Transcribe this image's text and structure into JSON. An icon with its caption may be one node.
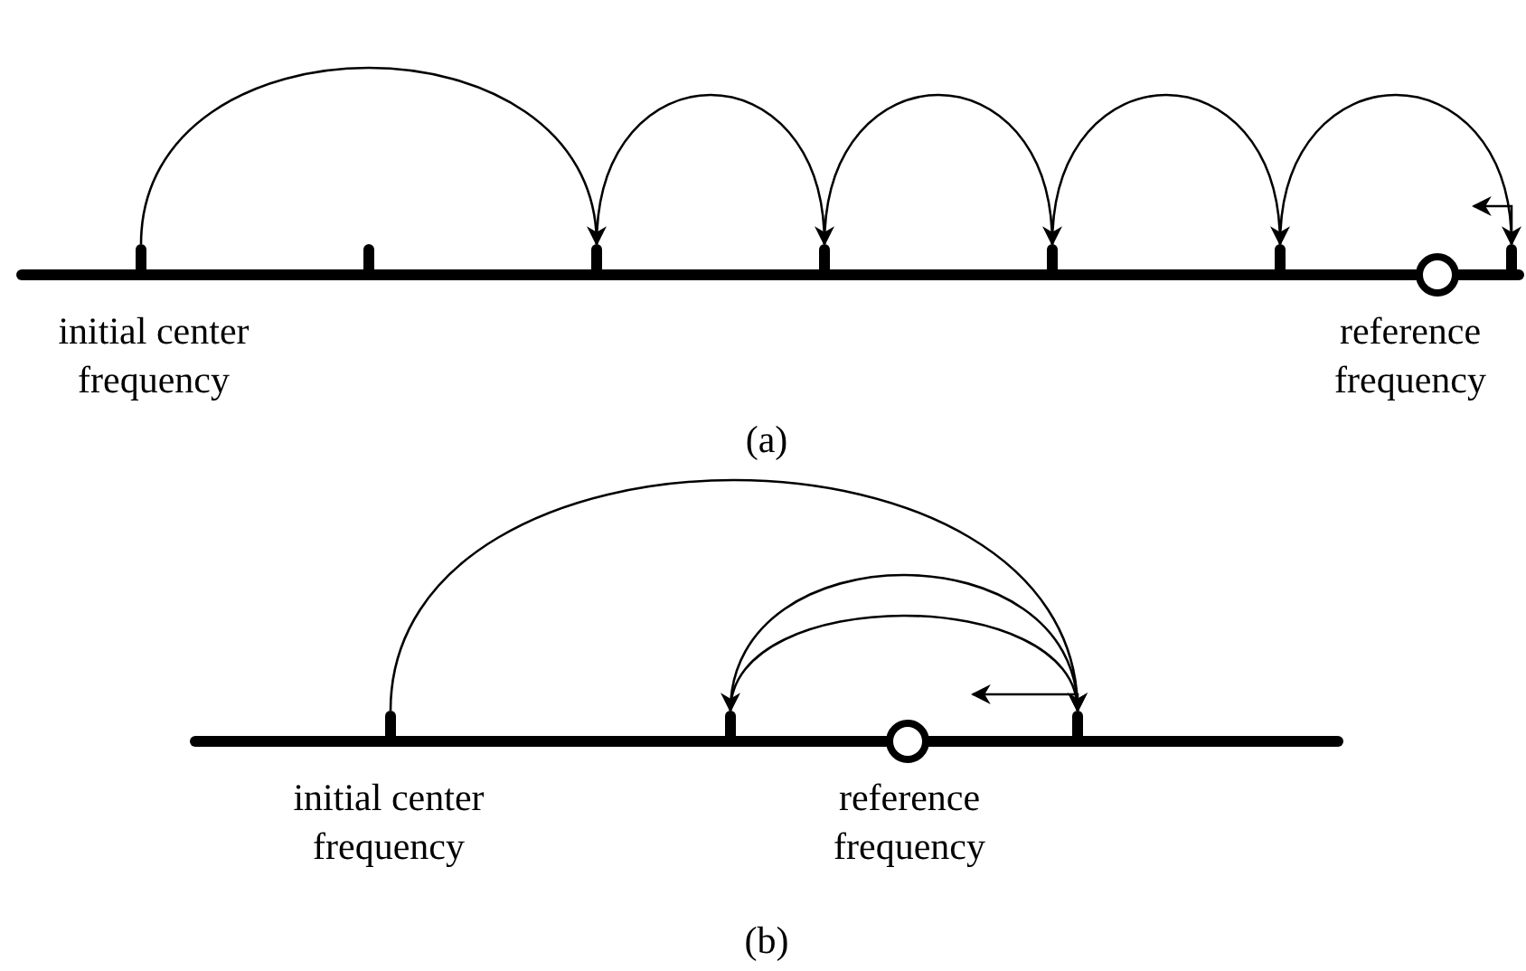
{
  "diagram": {
    "nodes": [
      {
        "text": [],
        "shape": "bar",
        "beside": [
          "initial center frequency"
        ]
      },
      {
        "text": [],
        "shape": "bar"
      },
      {
        "text": [],
        "shape": "bar"
      },
      {
        "text": [],
        "shape": "bar"
      },
      {
        "text": [],
        "shape": "bar"
      },
      {
        "text": [],
        "shape": "bar"
      },
      {
        "text": [],
        "shape": "circle",
        "beside": [
          "reference frequency"
        ]
      },
      {
        "text": [],
        "shape": "bar"
      },
      {
        "text": [],
        "shape": "bar",
        "beside": [
          "initial center frequency"
        ]
      },
      {
        "text": [],
        "shape": "bar"
      },
      {
        "text": [],
        "shape": "circle",
        "beside": [
          "reference frequency"
        ]
      },
      {
        "text": [],
        "shape": "bar"
      }
    ],
    "edges": [
      {
        "from": 0,
        "to": 2,
        "arrow": "to"
      },
      {
        "from": 2,
        "to": 3,
        "arrow": "to"
      },
      {
        "from": 3,
        "to": 4,
        "arrow": "to"
      },
      {
        "from": 4,
        "to": 5,
        "arrow": "to"
      },
      {
        "from": 5,
        "to": 7,
        "arrow": "to"
      },
      {
        "from": 7,
        "to": null,
        "arrow": "to"
      },
      {
        "from": 8,
        "to": 11,
        "arrow": "to"
      },
      {
        "from": 11,
        "to": 9,
        "arrow": "to"
      },
      {
        "from": 9,
        "to": 11,
        "arrow": "to"
      },
      {
        "from": 11,
        "to": null,
        "arrow": "to"
      }
    ],
    "labels": [
      "(a)",
      "(b)"
    ]
  }
}
